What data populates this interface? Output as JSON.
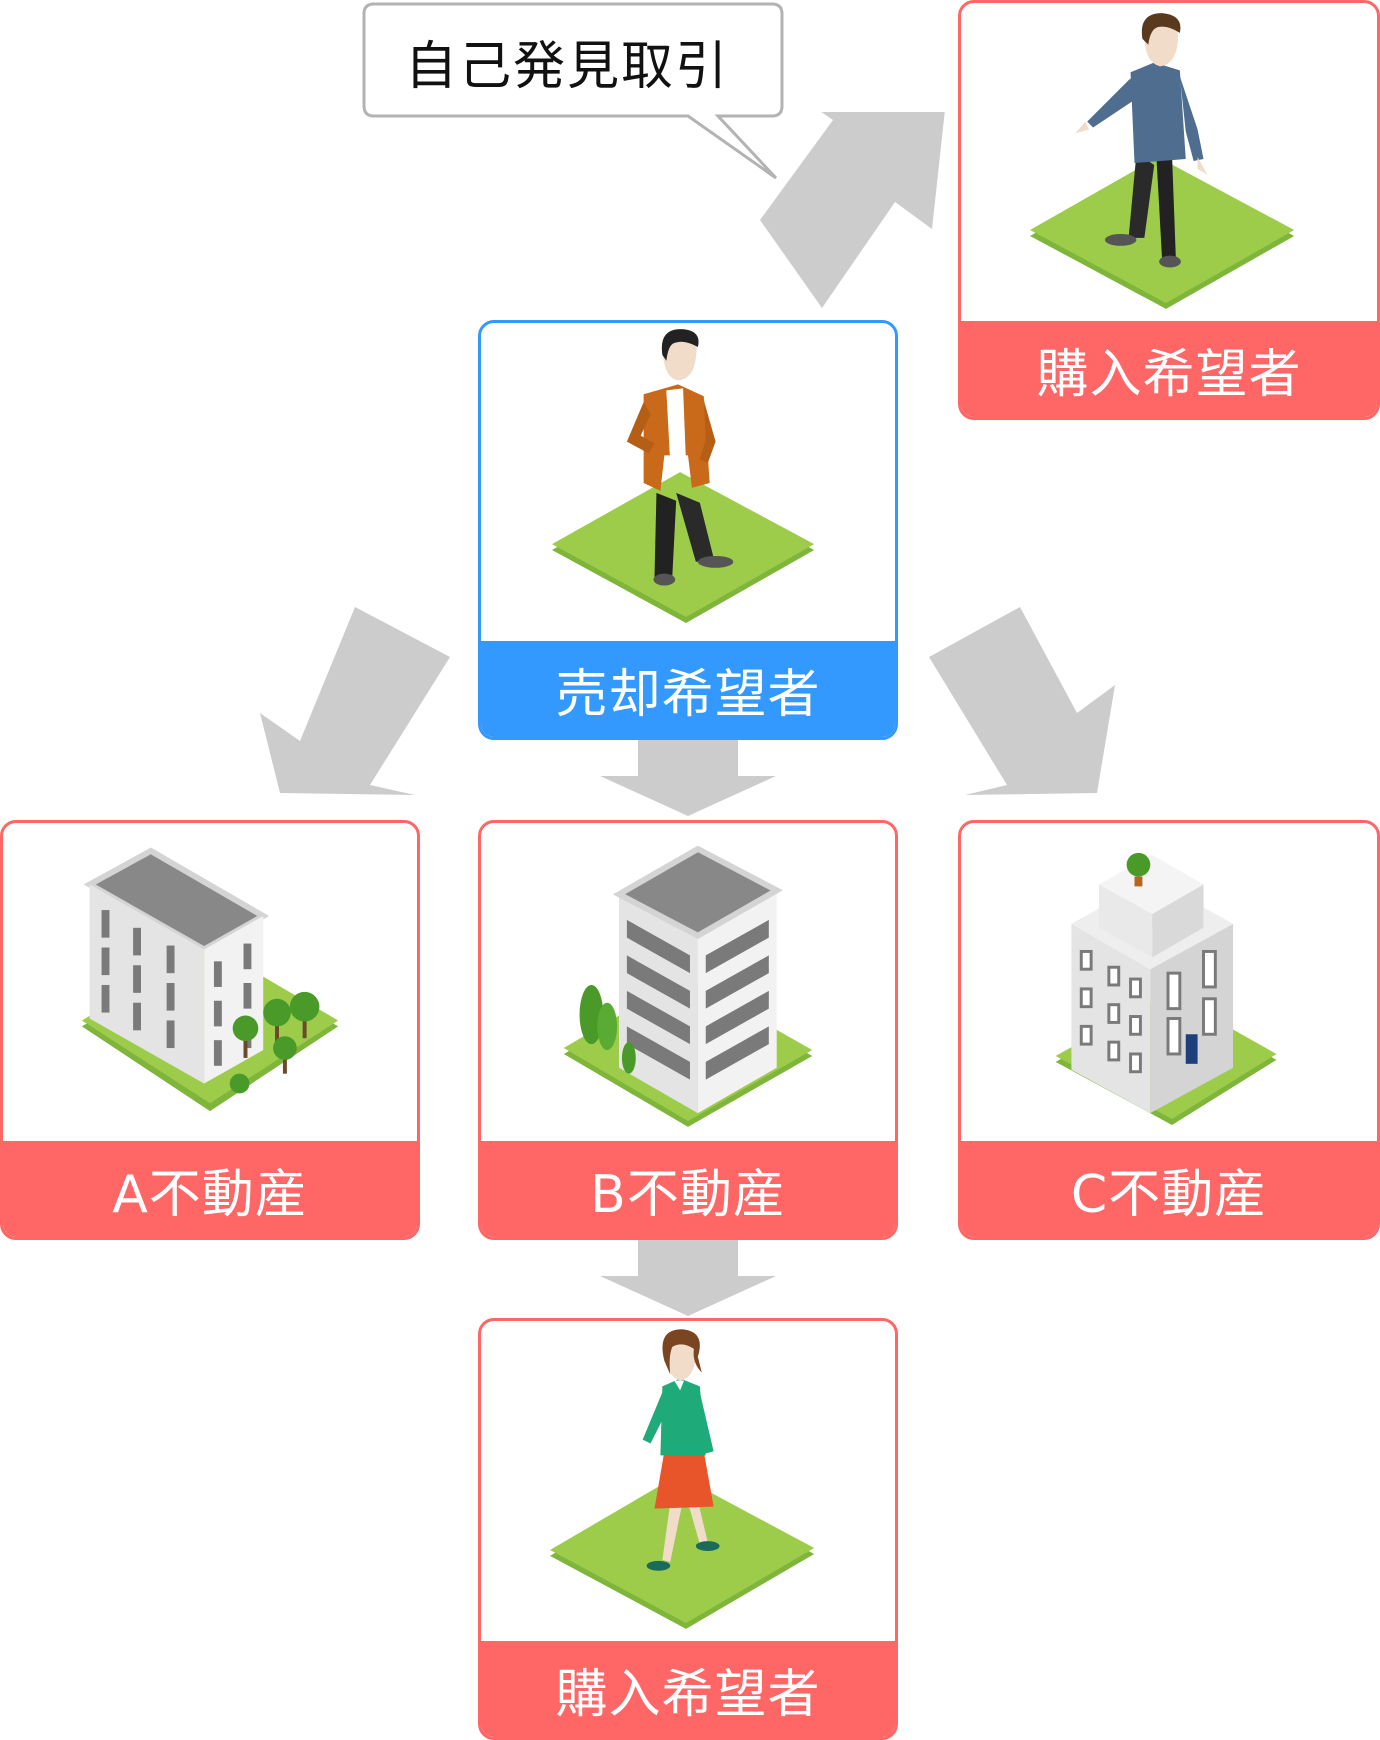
{
  "bubble": {
    "text": "自己発見取引"
  },
  "seller": {
    "label": "売却希望者"
  },
  "buyer_top": {
    "label": "購入希望者"
  },
  "agency_a": {
    "label": "A不動産"
  },
  "agency_b": {
    "label": "B不動産"
  },
  "agency_c": {
    "label": "C不動産"
  },
  "buyer_bottom": {
    "label": "購入希望者"
  },
  "colors": {
    "card_red": "#ff6666",
    "card_blue": "#3399ff",
    "arrow_gray": "#cccccc",
    "grass": "#9ccc4a"
  }
}
